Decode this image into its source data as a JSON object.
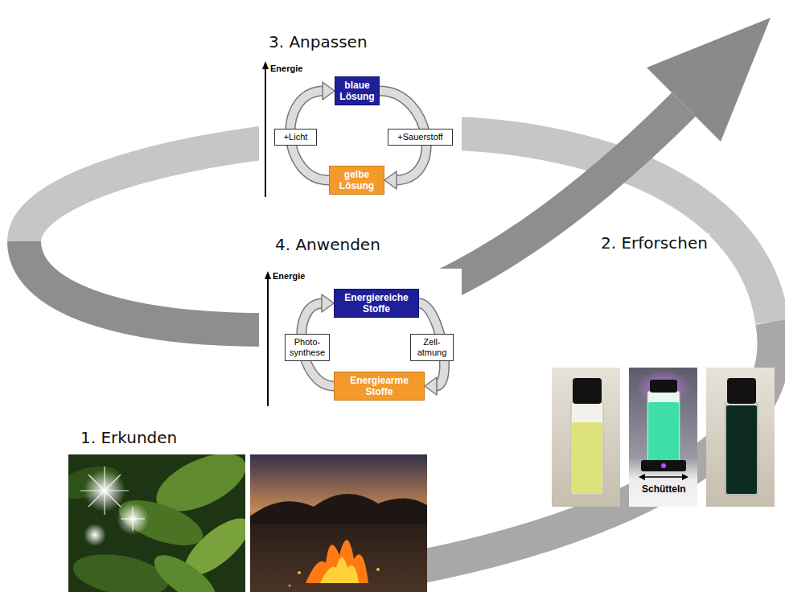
{
  "diagram": {
    "nodes": [
      {
        "text": [
          "blaue Lösung"
        ]
      },
      {
        "text": [
          "+Licht"
        ]
      },
      {
        "text": [
          "+Sauerstoff"
        ]
      },
      {
        "text": [
          "gelbe Lösung"
        ]
      },
      {
        "text": [
          "Energiereiche Stoffe"
        ]
      },
      {
        "text": [
          "Photo- synthese"
        ]
      },
      {
        "text": [
          "Zell- atmung"
        ]
      },
      {
        "text": [
          "Energiearme Stoffe"
        ]
      }
    ],
    "edges": [
      {
        "from": 3,
        "to": 0,
        "arrow": "to"
      },
      {
        "from": 0,
        "to": 3,
        "arrow": "to"
      },
      {
        "from": 7,
        "to": 4,
        "arrow": "to"
      },
      {
        "from": 4,
        "to": 7,
        "arrow": "to"
      }
    ],
    "labels": [
      "3. Anpassen",
      "Energie",
      "4. Anwenden",
      "Energie",
      "2. Erforschen",
      "Schütteln",
      "1. Erkunden"
    ]
  }
}
